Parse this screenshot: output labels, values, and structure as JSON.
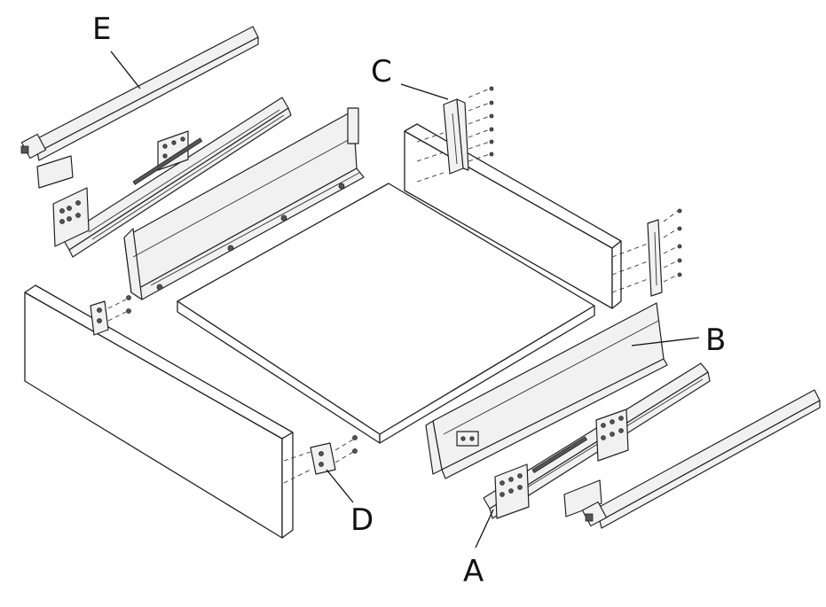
{
  "labels": {
    "a": "A",
    "b": "B",
    "c": "C",
    "d": "D",
    "e": "E"
  },
  "colors": {
    "line": "#222222",
    "fill": "#ffffff",
    "part_fill": "#f1f1f1"
  }
}
